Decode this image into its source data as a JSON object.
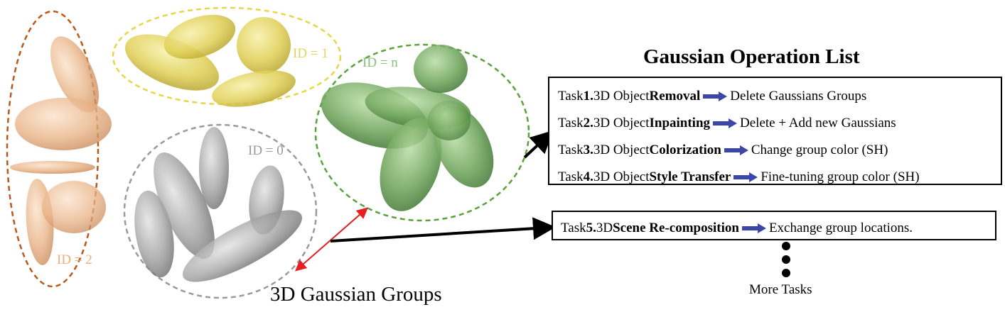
{
  "title": "Gaussian Operation List",
  "groups_label": "3D Gaussian Groups",
  "more_tasks": "More Tasks",
  "id_labels": {
    "yellow": "ID = 1",
    "green": "ID = n",
    "gray": "ID = 0",
    "orange": "ID = 2"
  },
  "tasks": [
    {
      "prefix": "Task ",
      "num": "1.",
      "mid": " 3D Object ",
      "op": "Removal",
      "result": "Delete Gaussians Groups"
    },
    {
      "prefix": "Task ",
      "num": "2.",
      "mid": " 3D Object ",
      "op": "Inpainting",
      "result": "Delete + Add new Gaussians"
    },
    {
      "prefix": "Task ",
      "num": "3.",
      "mid": " 3D Object ",
      "op": "Colorization",
      "result": "Change group color (SH)"
    },
    {
      "prefix": "Task ",
      "num": "4.",
      "mid": " 3D Object ",
      "op": "Style Transfer",
      "result": "Fine-tuning group color (SH)"
    }
  ],
  "task5": {
    "prefix": "Task ",
    "num": "5.",
    "mid": " 3D ",
    "op": "Scene Re-composition",
    "result": "Exchange group locations."
  },
  "colors": {
    "orange_border": "#b8591a",
    "orange_fill": "#e8b07e",
    "yellow_border": "#e8d54a",
    "yellow_fill": "#e2d35c",
    "green_border": "#5aa33a",
    "green_fill": "#5f9a4c",
    "gray_border": "#9a9a9a",
    "gray_fill": "#8e8e8e",
    "arrow_blue": "#3b46a8",
    "red_arrow": "#e62020"
  }
}
